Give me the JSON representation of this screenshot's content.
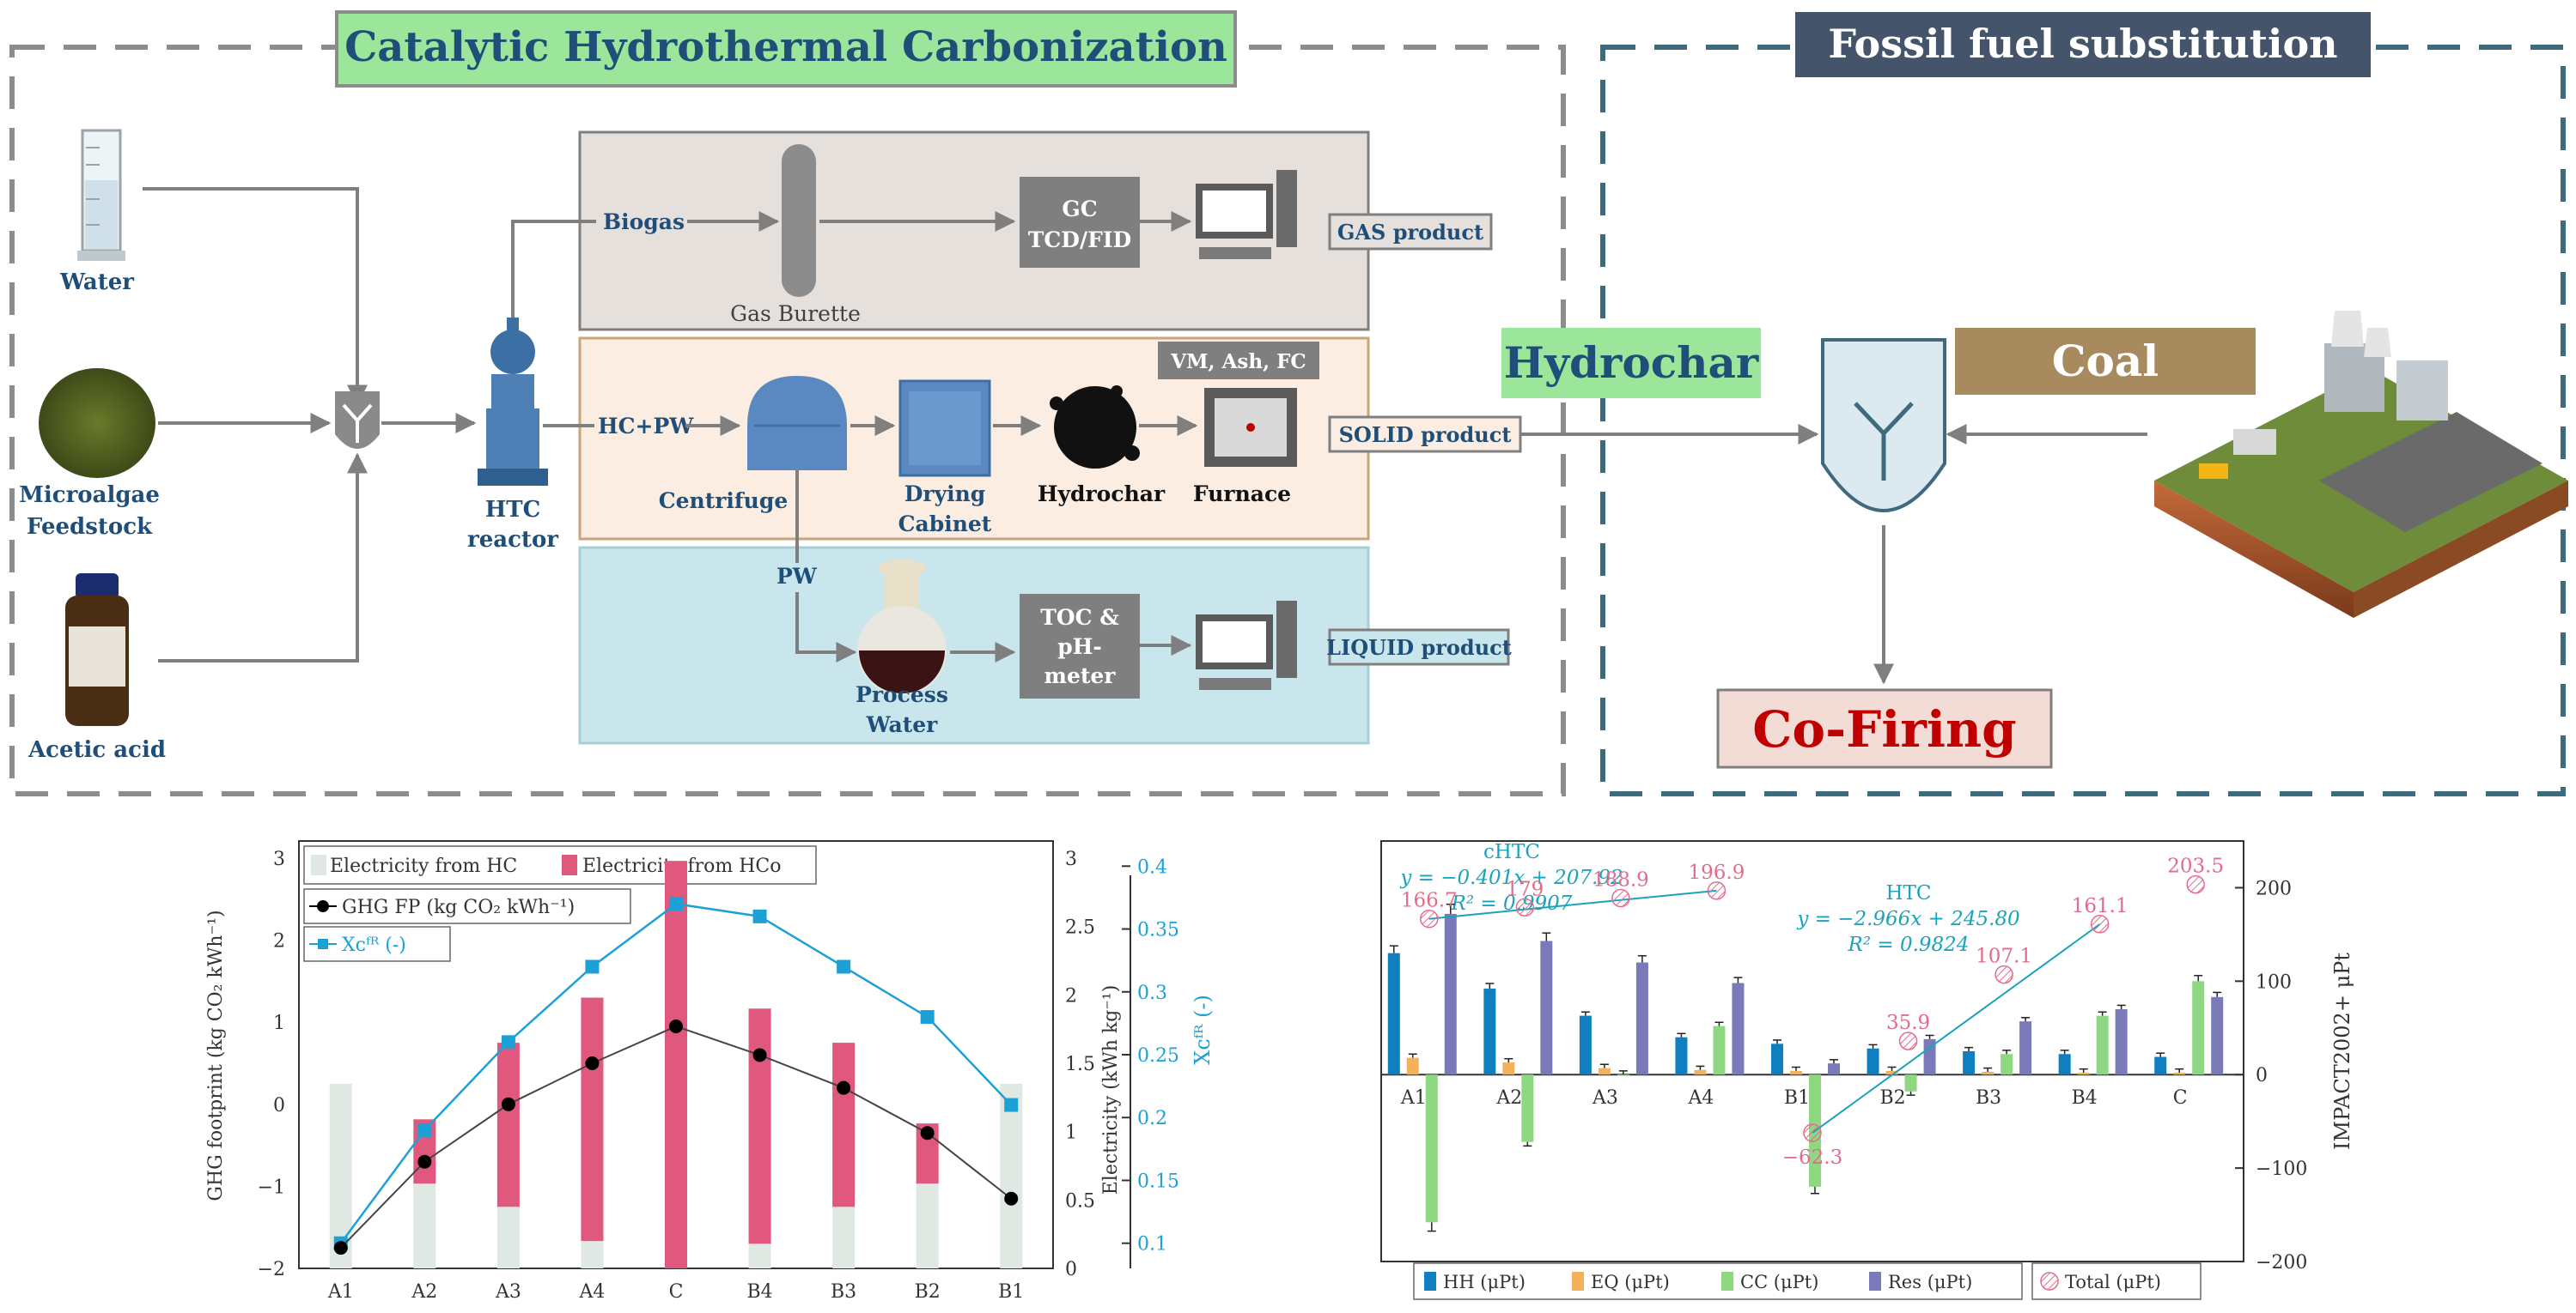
{
  "colors": {
    "htc_frame": "#8c8c8c",
    "fossil_frame": "#3d6b7d",
    "label_blue": "#1f4e79",
    "htc_title_bg": "#9be69b",
    "fossil_title_bg": "#44546a",
    "gas_band": "#e6e0dd",
    "solid_band": "#fbede1",
    "liquid_band": "#c8e6ec",
    "device_grey": "#7f7f7f",
    "hydrochar_bg": "#9be69b",
    "coal_bg": "#a88a5f",
    "cofiring_bg": "#f4dcd6",
    "cofiring_text": "#c00000",
    "hc_bar": "#e0e8e4",
    "hco_bar": "#e0587e",
    "xcfr": "#1ba1d6",
    "ghg": "#000000",
    "hh": "#0f7fbf",
    "eq": "#f2b15a",
    "cc": "#8ed882",
    "res": "#7a7ab8",
    "total": "#e46b8b",
    "fit": "#1aa3bd"
  },
  "process": {
    "htc_title": "Catalytic Hydrothermal Carbonization",
    "fossil_title": "Fossil fuel substitution",
    "inputs": {
      "water": "Water",
      "microalgae_line1": "Microalgae",
      "microalgae_line2": "Feedstock",
      "acetic": "Acetic acid"
    },
    "reactor_line1": "HTC",
    "reactor_line2": "reactor",
    "biogas": "Biogas",
    "gas_burette": "Gas Burette",
    "gc_line1": "GC",
    "gc_line2": "TCD/FID",
    "gas_product": "GAS product",
    "hcpw": "HC+PW",
    "centrifuge": "Centrifuge",
    "drying_line1": "Drying",
    "drying_line2": "Cabinet",
    "hydrochar": "Hydrochar",
    "furnace": "Furnace",
    "vm": "VM, Ash, FC",
    "solid_product": "SOLID product",
    "pw": "PW",
    "process_water_line1": "Process",
    "process_water_line2": "Water",
    "toc_line1": "TOC &",
    "toc_line2": "pH-",
    "toc_line3": "meter",
    "liquid_product": "LIQUID product",
    "hydrochar_box": "Hydrochar",
    "coal_box": "Coal",
    "cofiring": "Co-Firing"
  },
  "chart_data": [
    {
      "type": "bar",
      "categories": [
        "A1",
        "A2",
        "A3",
        "A4",
        "C",
        "B4",
        "B3",
        "B2",
        "B1"
      ],
      "legend": {
        "hc": "Electricity from HC",
        "hco": "Electricity from HCo",
        "ghg": "GHG FP (kg CO₂ kWh⁻¹)",
        "xcfr": "Xᴄᶠᴿ (-)"
      },
      "ylabel_left": "GHG footprint (kg CO₂ kWh⁻¹)",
      "ylabel_mid": "Electricity (kWh kg⁻¹)",
      "ylabel_right": "Xᴄᶠᴿ (-)",
      "ylim_left": [
        -2,
        3
      ],
      "yticks_left": [
        "3",
        "2",
        "1",
        "0",
        "−1",
        "−2"
      ],
      "ylim_mid": [
        0,
        3
      ],
      "yticks_mid": [
        "3",
        "2.5",
        "2",
        "1.5",
        "1",
        "0.5",
        "0"
      ],
      "ylim_right": [
        0.08,
        0.42
      ],
      "yticks_right": [
        "0.4",
        "0.35",
        "0.3",
        "0.25",
        "0.2",
        "0.15",
        "0.1"
      ],
      "series": [
        {
          "name": "Electricity from HC",
          "values": [
            1.35,
            0.62,
            0.45,
            0.2,
            0.0,
            0.18,
            0.45,
            0.62,
            1.35
          ]
        },
        {
          "name": "Electricity from HCo",
          "values": [
            0.0,
            0.47,
            1.2,
            1.78,
            2.98,
            1.72,
            1.2,
            0.44,
            0.0
          ]
        },
        {
          "name": "GHG FP (kg CO₂ kWh⁻¹)",
          "values": [
            -1.75,
            -0.7,
            0.0,
            0.5,
            0.95,
            0.6,
            0.2,
            -0.35,
            -1.15
          ]
        },
        {
          "name": "Xᴄᶠᴿ (-)",
          "values": [
            0.1,
            0.19,
            0.26,
            0.32,
            0.37,
            0.36,
            0.32,
            0.28,
            0.21
          ]
        }
      ]
    },
    {
      "type": "bar",
      "categories": [
        "A1",
        "A2",
        "A3",
        "A4",
        "B1",
        "B2",
        "B3",
        "B4",
        "C"
      ],
      "ylabel": "IMPACT2002+ μPt",
      "ylim": [
        -200,
        250
      ],
      "yticks": [
        "200",
        "100",
        "0",
        "−100",
        "−200"
      ],
      "legend": {
        "hh": "HH (μPt)",
        "eq": "EQ (μPt)",
        "cc": "CC (μPt)",
        "res": "Res (μPt)",
        "total": "Total (μPt)"
      },
      "series": [
        {
          "name": "HH (μPt)",
          "values": [
            130,
            92,
            63,
            40,
            33,
            28,
            25,
            22,
            19
          ]
        },
        {
          "name": "EQ (μPt)",
          "values": [
            18,
            13,
            7,
            5,
            4,
            4,
            3,
            2,
            2
          ]
        },
        {
          "name": "CC (μPt)",
          "values": [
            -158,
            -72,
            0,
            52,
            -120,
            -18,
            22,
            63,
            100
          ]
        },
        {
          "name": "Res (μPt)",
          "values": [
            172,
            143,
            120,
            98,
            12,
            38,
            57,
            70,
            83
          ]
        },
        {
          "name": "Total (μPt)",
          "values": [
            166.7,
            179,
            188.9,
            196.9,
            -62.3,
            35.9,
            107.1,
            161.1,
            203.5
          ]
        }
      ],
      "total_labels": [
        "166.7",
        "179",
        "188.9",
        "196.9",
        "−62.3",
        "35.9",
        "107.1",
        "161.1",
        "203.5"
      ],
      "fits": [
        {
          "name": "cHTC",
          "equation": "y = −0.401x + 207.92",
          "r2": "R² = 0.9907"
        },
        {
          "name": "HTC",
          "equation": "y = −2.966x + 245.80",
          "r2": "R² = 0.9824"
        }
      ]
    }
  ]
}
